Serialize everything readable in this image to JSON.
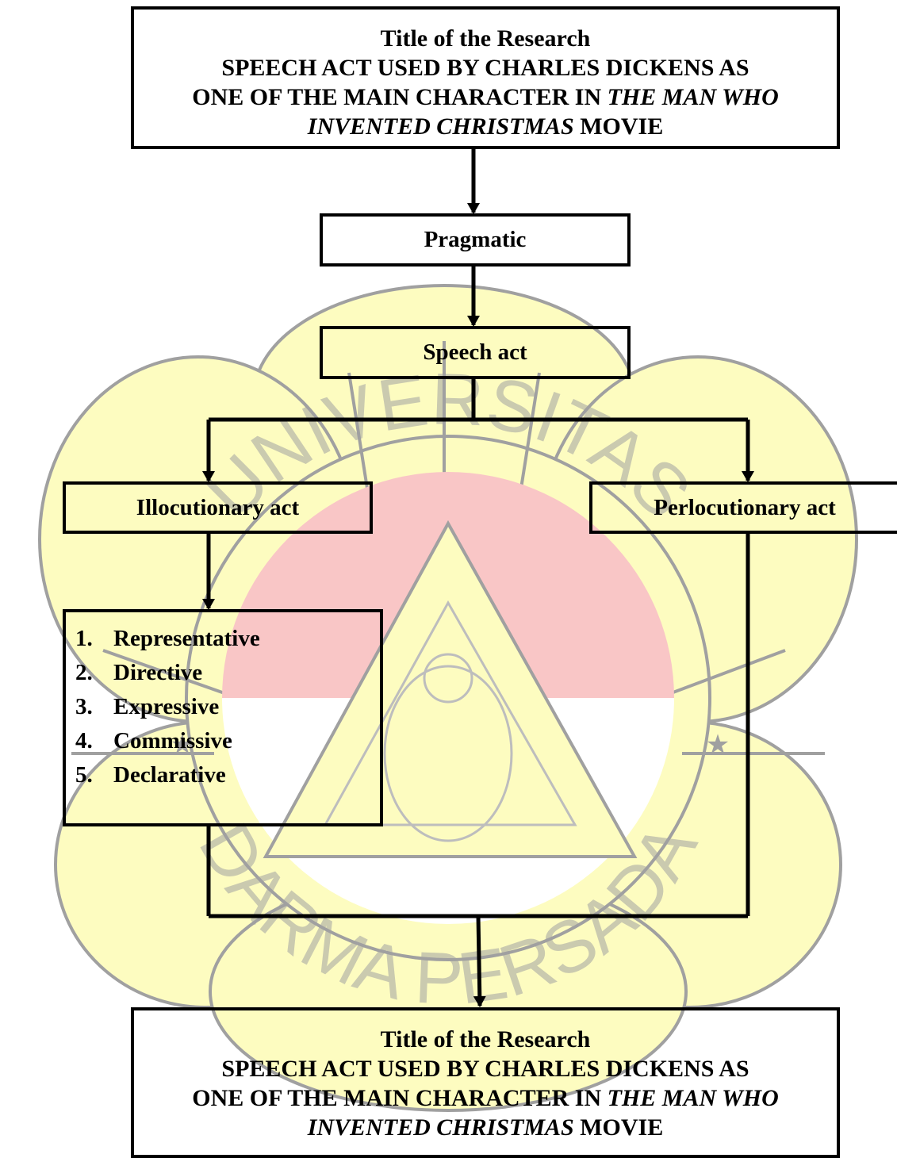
{
  "title_box_top": {
    "heading": "Title of the Research",
    "line1": "SPEECH ACT USED BY CHARLES DICKENS AS",
    "line2_a": "ONE OF THE MAIN CHARACTER IN ",
    "line2_b": "THE MAN WHO",
    "line3_a": "INVENTED CHRISTMAS",
    "line3_b": " MOVIE"
  },
  "pragmatic": {
    "label": "Pragmatic"
  },
  "speech_act": {
    "label": "Speech act"
  },
  "illocutionary": {
    "label": "Illocutionary act"
  },
  "perlocutionary": {
    "label": "Perlocutionary act"
  },
  "list": {
    "items": [
      {
        "num": "1.",
        "text": "Representative"
      },
      {
        "num": "2.",
        "text": "Directive"
      },
      {
        "num": "3.",
        "text": "Expressive"
      },
      {
        "num": "4.",
        "text": "Commissive"
      },
      {
        "num": "5.",
        "text": "Declarative"
      }
    ]
  },
  "title_box_bottom": {
    "heading": "Title of the Research",
    "line1": "SPEECH ACT USED BY CHARLES DICKENS AS",
    "line2_a": "ONE OF THE MAIN CHARACTER IN ",
    "line2_b": "THE MAN WHO",
    "line3_a": "INVENTED CHRISTMAS",
    "line3_b": " MOVIE"
  },
  "watermark": {
    "text_top": "UNIVERSITAS",
    "text_bottom": "DARMA PERSADA",
    "colors": {
      "petal": "#fdfcc0",
      "outline": "#9e9e9e",
      "red": "#f9c6c6"
    }
  },
  "colors": {
    "line": "#000000"
  }
}
